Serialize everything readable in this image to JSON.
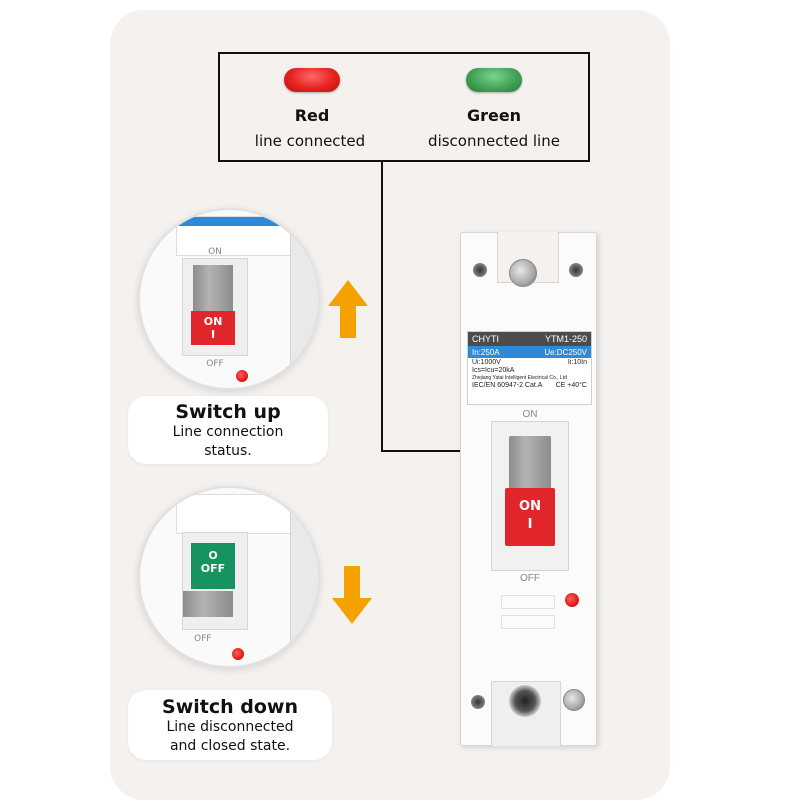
{
  "legend": {
    "red_title": "Red",
    "red_desc": "line connected",
    "green_title": "Green",
    "green_desc": "disconnected line"
  },
  "breaker": {
    "brand": "CHYTI",
    "model": "YTM1-250",
    "in_rating": "In:250A",
    "ue_rating": "Ue:DC250V",
    "ui_rating": "Ui:1000V",
    "ii_rating": "Ii:10In",
    "ics_rating": "Ics=Icu=20kA",
    "maker": "Zhejiang Yatai Intelligent Electrical Co., Ltd",
    "standard": "IEC/EN 60947-2  Cat.A",
    "temp": "CE +40°C",
    "on_label": "ON",
    "off_label": "OFF",
    "lever_on": "ON",
    "lever_i": "I"
  },
  "switch_up": {
    "title": "Switch up",
    "line1": "Line connection",
    "line2": "status.",
    "on_label": "ON",
    "off_label": "OFF",
    "lever_on": "ON",
    "lever_i": "I"
  },
  "switch_down": {
    "title": "Switch down",
    "line1": "Line disconnected",
    "line2": "and closed state.",
    "lever_o": "O",
    "lever_off": "OFF",
    "off_label": "OFF"
  },
  "colors": {
    "led_red": "#e6231f",
    "led_green": "#3f9f52",
    "lever_red": "#e0262b",
    "lever_green": "#16935f",
    "arrow": "#f5a200"
  },
  "icons": [
    "up-arrow-icon",
    "down-arrow-icon"
  ]
}
